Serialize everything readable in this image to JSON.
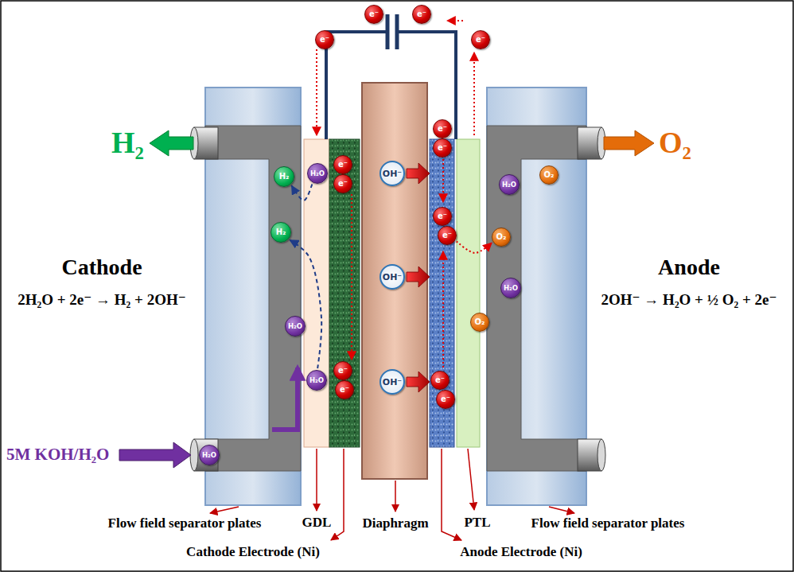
{
  "diagram": {
    "nodes": [
      {
        "text": [
          "e⁻"
        ]
      },
      {
        "text": [
          "e⁻"
        ]
      },
      {
        "text": [
          "e⁻"
        ]
      },
      {
        "text": [
          "e⁻"
        ]
      },
      {
        "text": [
          "H₂"
        ]
      },
      {
        "text": [
          "H₂O"
        ]
      },
      {
        "text": [
          "e⁻"
        ]
      },
      {
        "text": [
          "e⁻"
        ]
      },
      {
        "text": [
          "OH⁻"
        ]
      },
      {
        "text": [
          "e⁻"
        ]
      },
      {
        "text": [
          "e⁻"
        ]
      },
      {
        "text": [
          "H₂O"
        ]
      },
      {
        "text": [
          "O₂"
        ]
      },
      {
        "text": [
          "H₂"
        ]
      },
      {
        "text": [
          "e⁻"
        ]
      },
      {
        "text": [
          "e⁻"
        ]
      },
      {
        "text": [
          "O₂"
        ]
      },
      {
        "text": [
          "OH⁻"
        ]
      },
      {
        "text": [
          "H₂O"
        ]
      },
      {
        "text": [
          "O₂"
        ]
      },
      {
        "text": [
          "H₂O"
        ]
      },
      {
        "text": [
          "H₂O"
        ]
      },
      {
        "text": [
          "e⁻"
        ]
      },
      {
        "text": [
          "e⁻"
        ]
      },
      {
        "text": [
          "OH⁻"
        ]
      },
      {
        "text": [
          "e⁻"
        ]
      },
      {
        "text": [
          "e⁻"
        ]
      },
      {
        "text": [
          "H₂O"
        ]
      }
    ],
    "edges": [
      {
        "from": 5,
        "to": 4,
        "arrow": "to"
      },
      {
        "from": 21,
        "to": 13,
        "arrow": "to"
      },
      {
        "from": 15,
        "to": 16,
        "arrow": "to"
      }
    ],
    "labels": [
      "H₂",
      "O₂",
      "Cathode",
      "2H₂O + 2e⁻ → H₂ + 2OH⁻",
      "Anode",
      "2OH⁻ → H₂O + ½ O₂ + 2e⁻",
      "5M KOH/H₂O",
      "Flow field separator plates",
      "GDL",
      "Cathode Electrode (Ni)",
      "Diaphragm",
      "Anode Electrode (Ni)",
      "PTL",
      "Flow field separator plates"
    ]
  }
}
